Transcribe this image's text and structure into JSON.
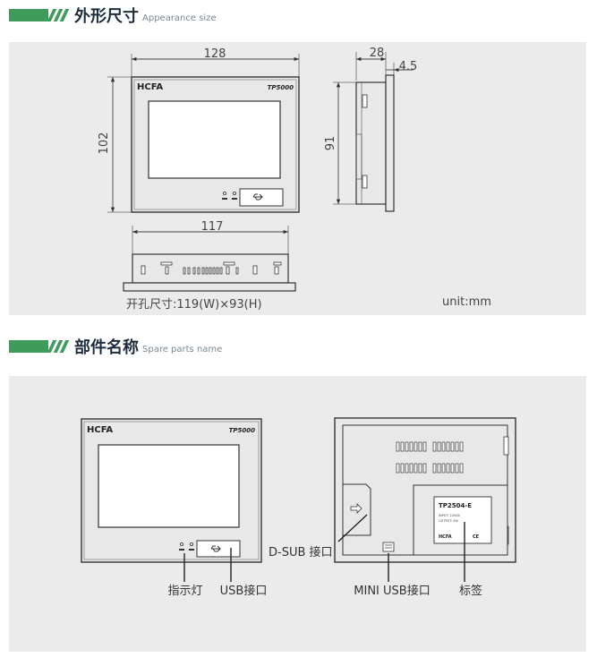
{
  "section1": {
    "title": "外形尺寸",
    "subtitle": "Appearance size"
  },
  "section2": {
    "title": "部件名称",
    "subtitle": "Spare parts name"
  },
  "dims": {
    "width": "128",
    "height": "102",
    "depth": "28",
    "bezel": "4.5",
    "side_height": "91",
    "bottom_width": "117"
  },
  "cutout": "开孔尺寸:119(W)×93(H)",
  "unit": "unit:mm",
  "device": {
    "brand": "HCFA",
    "model": "TP5000"
  },
  "label": {
    "model": "TP2504-E",
    "input": "INPUT: 24VDC",
    "output": "OUTPUT: 5W",
    "brand": "HCFA",
    "ce": "CE"
  },
  "parts": {
    "indicator": "指示灯",
    "usb": "USB接口",
    "dsub": "D-SUB 接口",
    "mini_usb": "MINI USB接口",
    "nameplate": "标签"
  }
}
